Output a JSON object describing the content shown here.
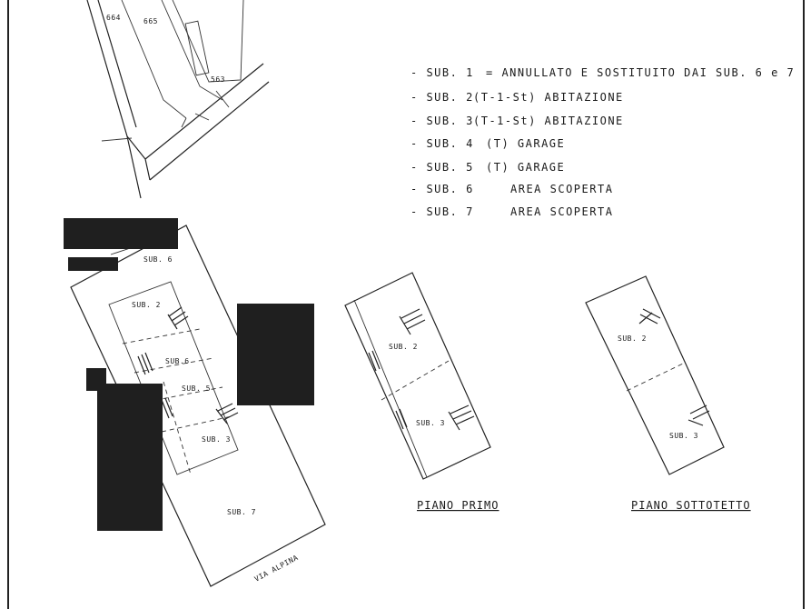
{
  "legend": [
    {
      "prefix": "- SUB. 1",
      "text": "= ANNULLATO E SOSTITUITO DAI SUB. 6 e 7"
    },
    {
      "prefix": "- SUB. 2",
      "text": "(T-1-St) ABITAZIONE"
    },
    {
      "prefix": "- SUB. 3",
      "text": "(T-1-St) ABITAZIONE"
    },
    {
      "prefix": "- SUB. 4",
      "text": "(T)    GARAGE"
    },
    {
      "prefix": "- SUB. 5",
      "text": "(T)    GARAGE"
    },
    {
      "prefix": "- SUB. 6",
      "text": "AREA SCOPERTA"
    },
    {
      "prefix": "- SUB. 7",
      "text": "AREA SCOPERTA"
    }
  ],
  "map": {
    "parcel_a": "664",
    "parcel_b": "665",
    "parcel_c": "563"
  },
  "ground_plan": {
    "sub6": "SUB. 6",
    "sub2": "SUB. 2",
    "sub6_inner": "SUB.6",
    "sub5": "SUB. 5",
    "sub3": "SUB. 3",
    "sub7": "SUB. 7",
    "street": "VIA ALPINA"
  },
  "first_floor": {
    "title": "PIANO PRIMO",
    "sub2": "SUB. 2",
    "sub3": "SUB. 3"
  },
  "attic": {
    "title": "PIANO SOTTOTETTO",
    "sub2": "SUB. 2",
    "sub3": "SUB. 3"
  }
}
